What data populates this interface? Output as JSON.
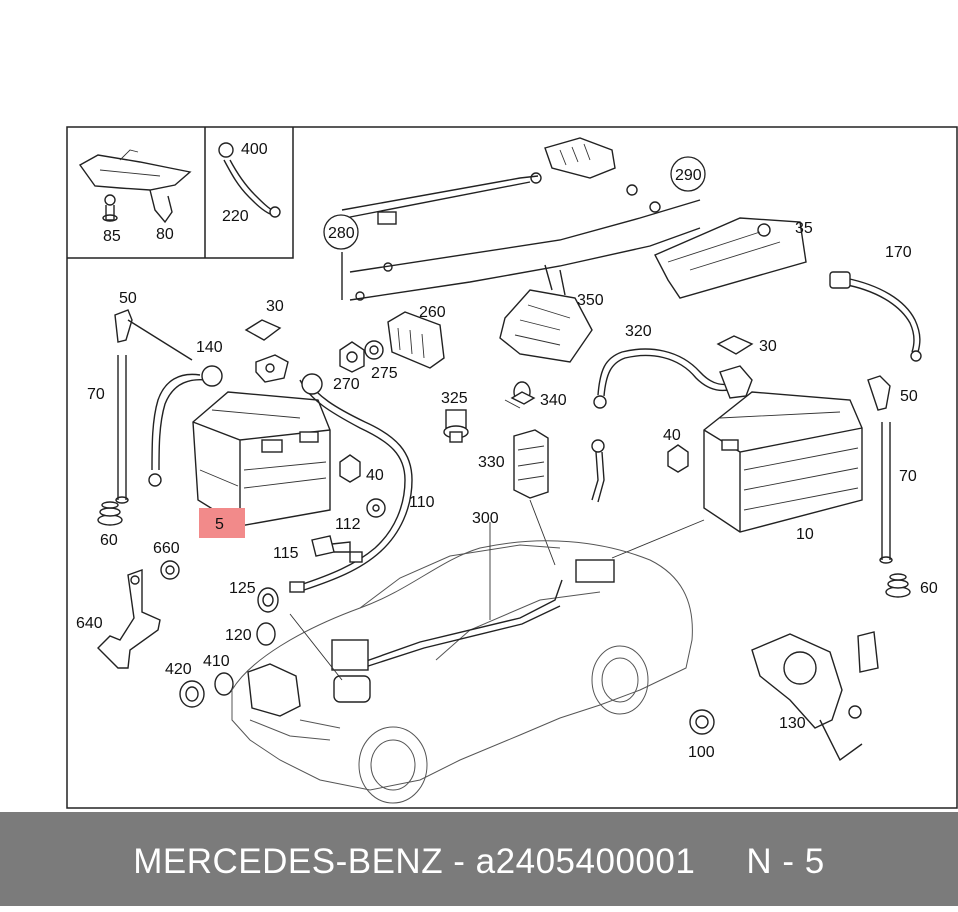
{
  "footer": {
    "text": "MERCEDES-BENZ - a2405400001     N - 5"
  },
  "highlight": {
    "label": "5",
    "color": "#f28a8a"
  },
  "labels": {
    "p85": "85",
    "p80": "80",
    "p400": "400",
    "p220": "220",
    "p280": "280",
    "p290": "290",
    "p35": "35",
    "p170": "170",
    "p50a": "50",
    "p140": "140",
    "p30a": "30",
    "p260": "260",
    "p350": "350",
    "p320": "320",
    "p30b": "30",
    "p70a": "70",
    "p270": "270",
    "p275": "275",
    "p325": "325",
    "p340": "340",
    "p50b": "50",
    "p40a": "40",
    "p40b": "40",
    "p330": "330",
    "p110": "110",
    "p112": "112",
    "p300": "300",
    "p10": "10",
    "p70b": "70",
    "p60a": "60",
    "p660": "660",
    "p115": "115",
    "p60b": "60",
    "p640": "640",
    "p125": "125",
    "p120": "120",
    "p420": "420",
    "p410": "410",
    "p130": "130",
    "p100": "100"
  }
}
